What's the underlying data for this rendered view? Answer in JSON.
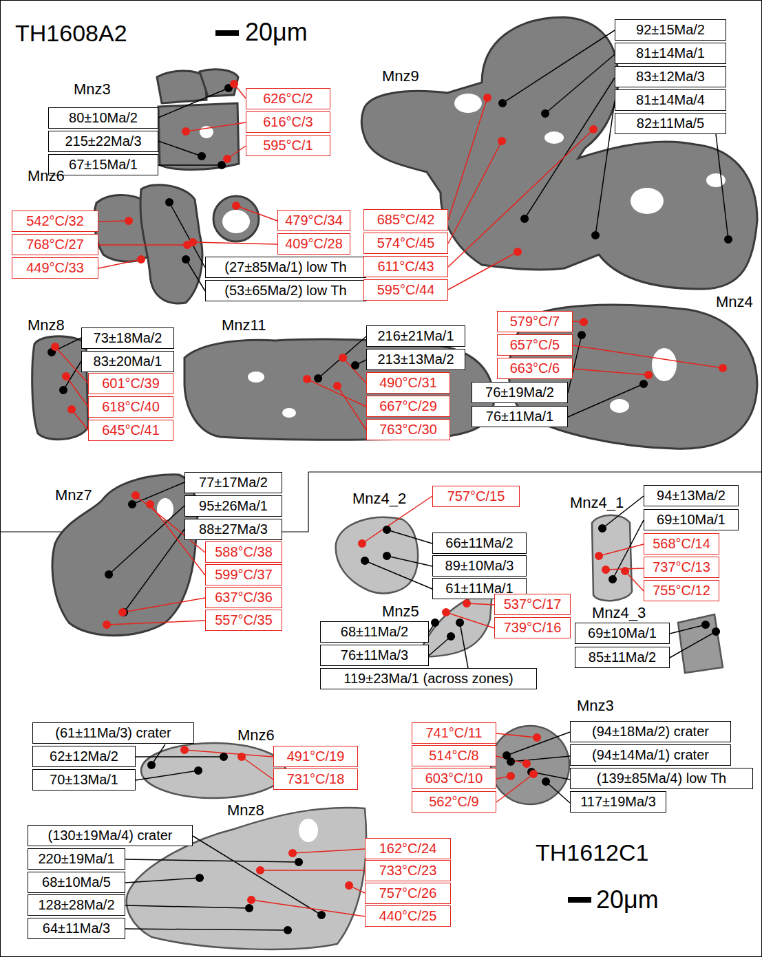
{
  "diagram": {
    "nodes": [
      {
        "text": [
          "80±10Ma/2"
        ]
      },
      {
        "text": [
          "215±22Ma/3"
        ]
      },
      {
        "text": [
          "67±15Ma/1"
        ]
      },
      {
        "text": [
          "626°C/2"
        ]
      },
      {
        "text": [
          "616°C/3"
        ]
      },
      {
        "text": [
          "595°C/1"
        ]
      },
      {
        "text": [
          "542°C/32"
        ]
      },
      {
        "text": [
          "768°C/27"
        ]
      },
      {
        "text": [
          "449°C/33"
        ]
      },
      {
        "text": [
          "479°C/34"
        ]
      },
      {
        "text": [
          "409°C/28"
        ]
      },
      {
        "text": [
          "(27±85Ma/1) low Th"
        ]
      },
      {
        "text": [
          "(53±65Ma/2) low Th"
        ]
      },
      {
        "text": [
          "92±15Ma/2"
        ]
      },
      {
        "text": [
          "81±14Ma/1"
        ]
      },
      {
        "text": [
          "83±12Ma/3"
        ]
      },
      {
        "text": [
          "81±14Ma/4"
        ]
      },
      {
        "text": [
          "82±11Ma/5"
        ]
      },
      {
        "text": [
          "685°C/42"
        ]
      },
      {
        "text": [
          "574°C/45"
        ]
      },
      {
        "text": [
          "611°C/43"
        ]
      },
      {
        "text": [
          "595°C/44"
        ]
      },
      {
        "text": [
          "73±18Ma/2"
        ]
      },
      {
        "text": [
          "83±20Ma/1"
        ]
      },
      {
        "text": [
          "601°C/39"
        ]
      },
      {
        "text": [
          "618°C/40"
        ]
      },
      {
        "text": [
          "645°C/41"
        ]
      },
      {
        "text": [
          "216±21Ma/1"
        ]
      },
      {
        "text": [
          "213±13Ma/2"
        ]
      },
      {
        "text": [
          "490°C/31"
        ]
      },
      {
        "text": [
          "667°C/29"
        ]
      },
      {
        "text": [
          "763°C/30"
        ]
      },
      {
        "text": [
          "579°C/7"
        ]
      },
      {
        "text": [
          "657°C/5"
        ]
      },
      {
        "text": [
          "663°C/6"
        ]
      },
      {
        "text": [
          "76±19Ma/2"
        ]
      },
      {
        "text": [
          "76±11Ma/1"
        ]
      },
      {
        "text": [
          "77±17Ma/2"
        ]
      },
      {
        "text": [
          "95±26Ma/1"
        ]
      },
      {
        "text": [
          "88±27Ma/3"
        ]
      },
      {
        "text": [
          "588°C/38"
        ]
      },
      {
        "text": [
          "599°C/37"
        ]
      },
      {
        "text": [
          "637°C/36"
        ]
      },
      {
        "text": [
          "557°C/35"
        ]
      },
      {
        "text": [
          "757°C/15"
        ]
      },
      {
        "text": [
          "66±11Ma/2"
        ]
      },
      {
        "text": [
          "89±10Ma/3"
        ]
      },
      {
        "text": [
          "61±11Ma/1"
        ]
      },
      {
        "text": [
          "94±13Ma/2"
        ]
      },
      {
        "text": [
          "69±10Ma/1"
        ]
      },
      {
        "text": [
          "568°C/14"
        ]
      },
      {
        "text": [
          "737°C/13"
        ]
      },
      {
        "text": [
          "755°C/12"
        ]
      },
      {
        "text": [
          "537°C/17"
        ]
      },
      {
        "text": [
          "739°C/16"
        ]
      },
      {
        "text": [
          "68±11Ma/2"
        ]
      },
      {
        "text": [
          "76±11Ma/3"
        ]
      },
      {
        "text": [
          "119±23Ma/1 (across zones)"
        ]
      },
      {
        "text": [
          "69±10Ma/1"
        ]
      },
      {
        "text": [
          "85±11Ma/2"
        ]
      },
      {
        "text": [
          "741°C/11"
        ]
      },
      {
        "text": [
          "514°C/8"
        ]
      },
      {
        "text": [
          "603°C/10"
        ]
      },
      {
        "text": [
          "562°C/9"
        ]
      },
      {
        "text": [
          "(94±18Ma/2) crater"
        ]
      },
      {
        "text": [
          "(94±14Ma/1) crater"
        ]
      },
      {
        "text": [
          "(139±85Ma/4) low Th"
        ]
      },
      {
        "text": [
          "117±19Ma/3"
        ]
      },
      {
        "text": [
          "(61±11Ma/3) crater"
        ]
      },
      {
        "text": [
          "62±12Ma/2"
        ]
      },
      {
        "text": [
          "70±13Ma/1"
        ]
      },
      {
        "text": [
          "491°C/19"
        ]
      },
      {
        "text": [
          "731°C/18"
        ]
      },
      {
        "text": [
          "(130±19Ma/4) crater"
        ]
      },
      {
        "text": [
          "220±19Ma/1"
        ]
      },
      {
        "text": [
          "68±10Ma/5"
        ]
      },
      {
        "text": [
          "128±28Ma/2"
        ]
      },
      {
        "text": [
          "64±11Ma/3"
        ]
      },
      {
        "text": [
          "162°C/24"
        ]
      },
      {
        "text": [
          "733°C/23"
        ]
      },
      {
        "text": [
          "757°C/26"
        ]
      },
      {
        "text": [
          "440°C/25"
        ]
      }
    ],
    "labels": [
      "TH1608A2",
      "20μm",
      "Mnz3",
      "Mnz6",
      "Mnz9",
      "Mnz8",
      "Mnz11",
      "Mnz4",
      "Mnz7",
      "Mnz4_2",
      "Mnz4_1",
      "Mnz5",
      "Mnz4_3",
      "Mnz3",
      "Mnz6",
      "Mnz8",
      "TH1612C1",
      "20μm"
    ]
  }
}
